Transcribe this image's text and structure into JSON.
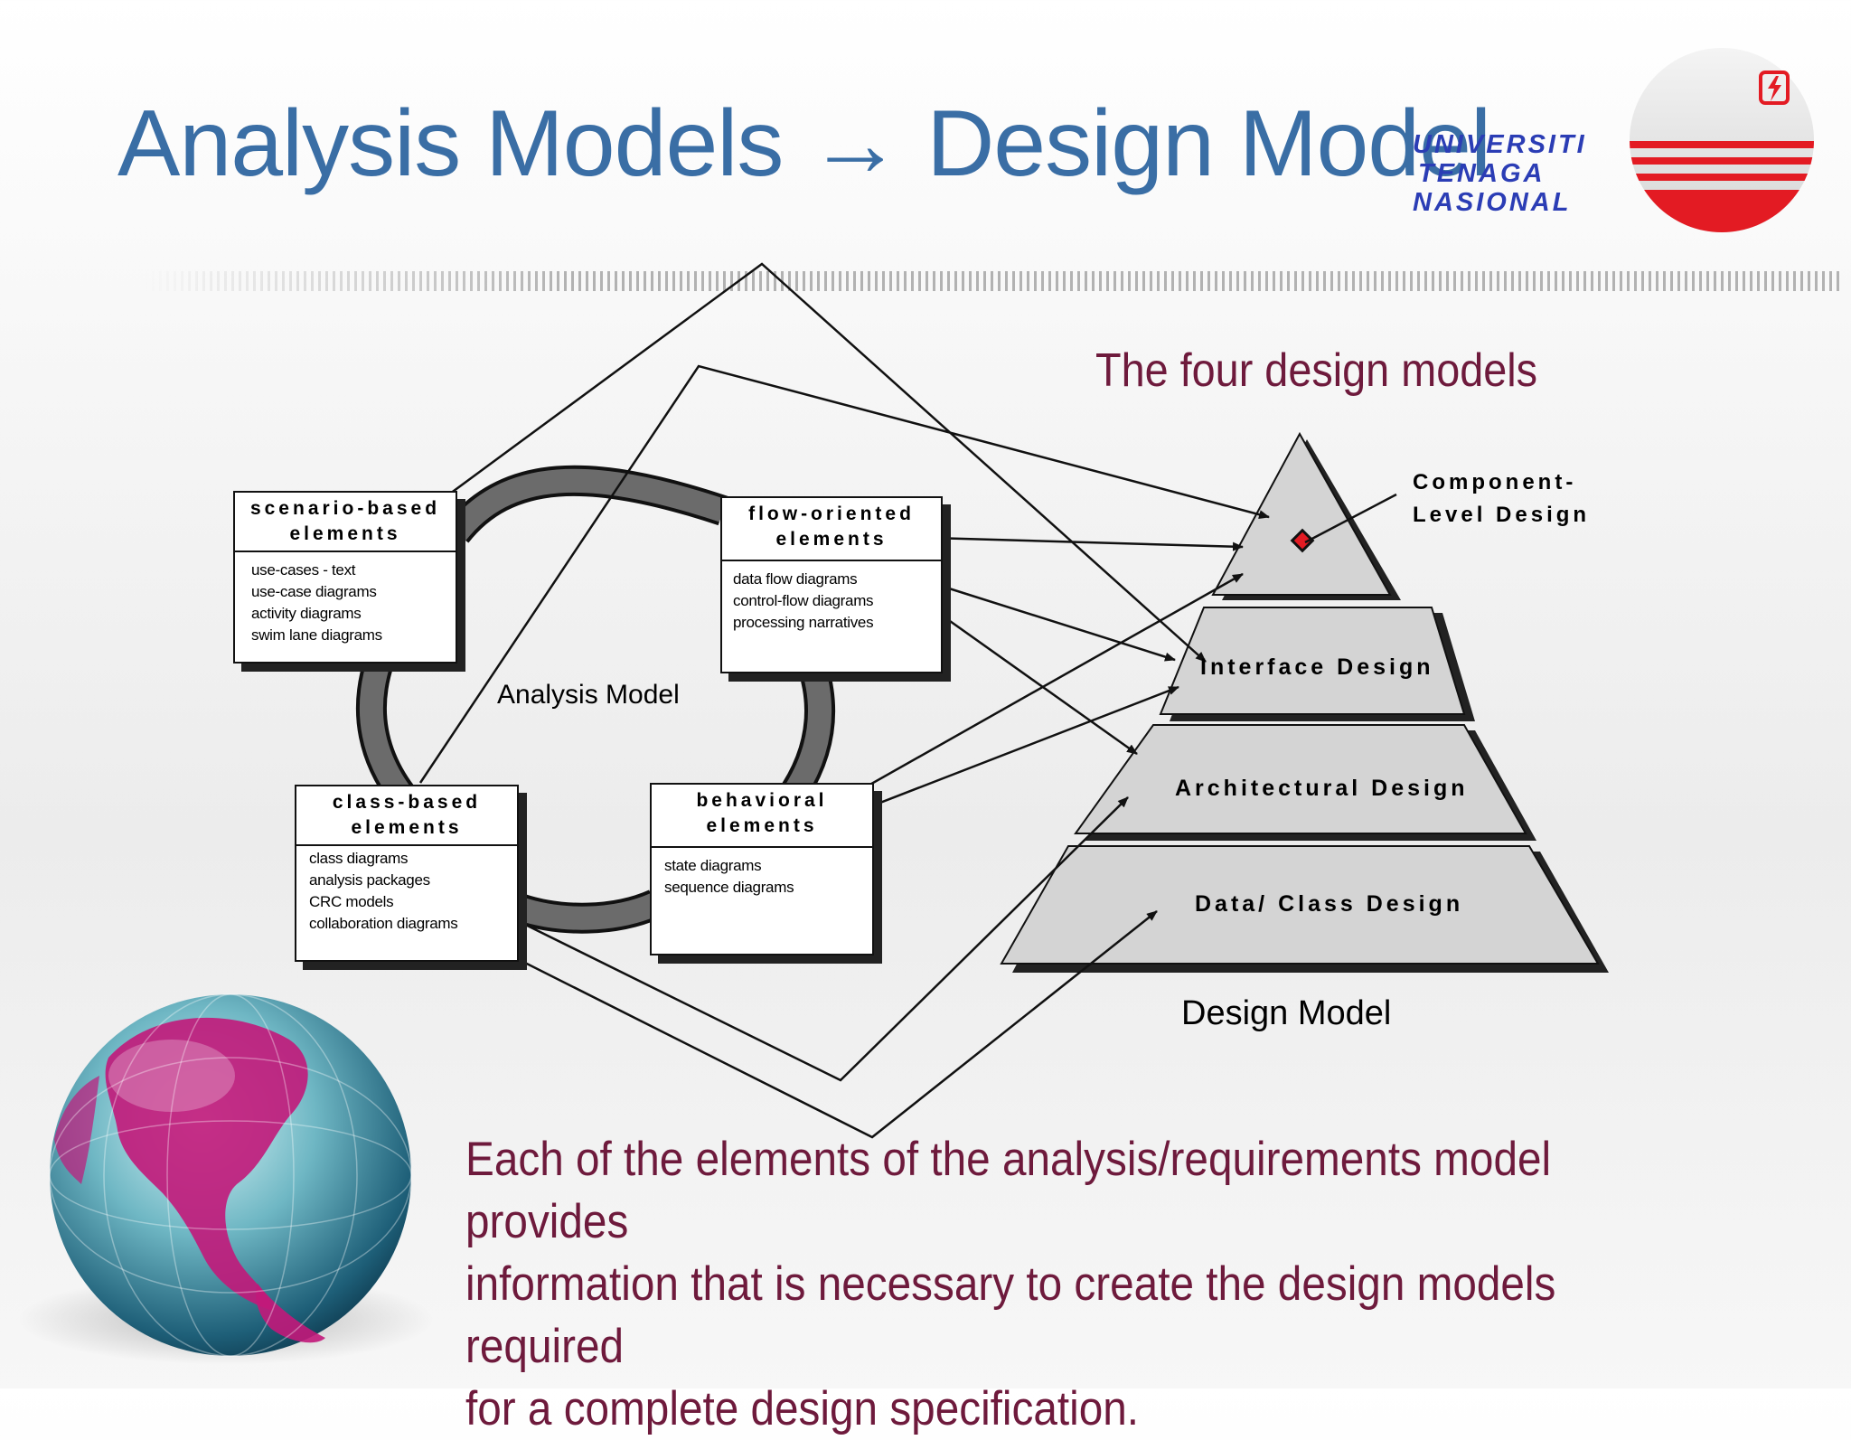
{
  "slide": {
    "title": "Analysis Models → Design Model",
    "subtitle": "The four design models",
    "caption_lines": [
      "Each of the elements of the analysis/requirements model provides",
      "information that is necessary to create the design models required",
      "for a complete design specification."
    ]
  },
  "logo": {
    "line1": "UNIVERSITI",
    "line2": "TENAGA",
    "line3": "NASIONAL",
    "icon": "lightning-bolt-icon",
    "colors": {
      "text": "#2b3db5",
      "stripes": "#e31b23"
    }
  },
  "analysis_model": {
    "label": "Analysis Model",
    "boxes": {
      "scenario": {
        "title_l1": "scenario-based",
        "title_l2": "elements",
        "items": [
          "use-cases - text",
          "use-case diagrams",
          "activity diagrams",
          "swim lane diagrams"
        ]
      },
      "flow": {
        "title_l1": "flow-oriented",
        "title_l2": "elements",
        "items": [
          "data flow diagrams",
          "control-flow diagrams",
          "processing narratives"
        ]
      },
      "class": {
        "title_l1": "class-based",
        "title_l2": "elements",
        "items": [
          "class diagrams",
          "analysis packages",
          "CRC models",
          "collaboration diagrams"
        ]
      },
      "behavioral": {
        "title_l1": "behavioral",
        "title_l2": "elements",
        "items": [
          "state diagrams",
          "sequence diagrams"
        ]
      }
    }
  },
  "design_model": {
    "label": "Design Model",
    "component_l1": "Component-",
    "component_l2": "Level Design",
    "interface": "Interface Design",
    "architectural": "Architectural Design",
    "data_class": "Data/ Class Design"
  },
  "colors": {
    "title": "#3a6ea5",
    "accent_text": "#6e1a3c",
    "pyramid_fill": "#d4d4d4",
    "ring": "#6b6b6b"
  }
}
